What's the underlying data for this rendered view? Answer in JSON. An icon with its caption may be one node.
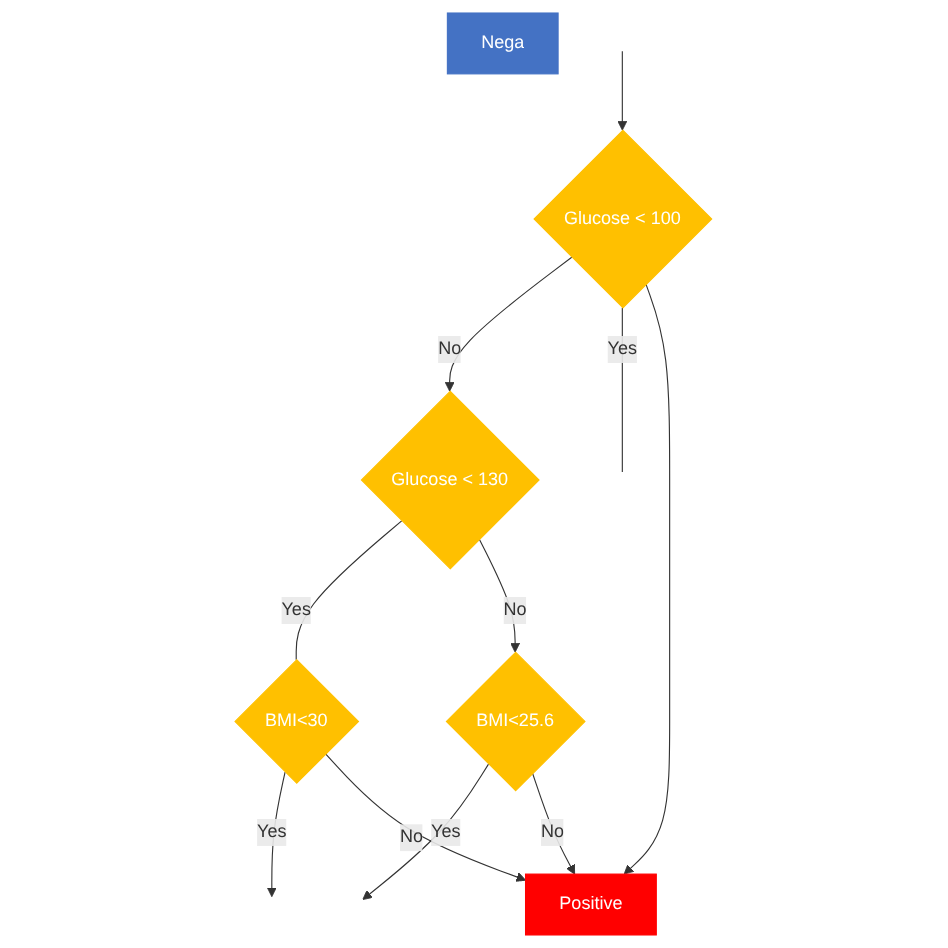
{
  "diagram": {
    "nodes": [
      {
        "text": [
          "Glucose < 100"
        ]
      },
      {
        "text": [
          "Glucose < 130"
        ]
      },
      {
        "text": [
          "BMI<30"
        ]
      },
      {
        "text": [
          "BMI<25.6"
        ]
      },
      {
        "text": [
          "Positive"
        ]
      },
      {
        "text": [
          "Nega"
        ]
      }
    ],
    "edges": [
      {
        "from": null,
        "to": 0,
        "arrow": "to"
      },
      {
        "from": 0,
        "to": 1,
        "label": "No",
        "arrow": "to"
      },
      {
        "from": 0,
        "to": null,
        "label": "Yes",
        "arrow": "none"
      },
      {
        "from": 1,
        "to": 2,
        "label": "Yes",
        "arrow": "none"
      },
      {
        "from": 2,
        "to": null,
        "label": "Yes",
        "arrow": "to"
      },
      {
        "from": 1,
        "to": 3,
        "label": "No",
        "arrow": "to"
      },
      {
        "from": 3,
        "to": null,
        "label": "Yes",
        "arrow": "to"
      },
      {
        "from": 0,
        "to": 4,
        "arrow": "to"
      },
      {
        "from": 2,
        "to": 4,
        "label": "No",
        "arrow": "to"
      },
      {
        "from": 3,
        "to": 4,
        "label": "No",
        "arrow": "to"
      }
    ]
  }
}
